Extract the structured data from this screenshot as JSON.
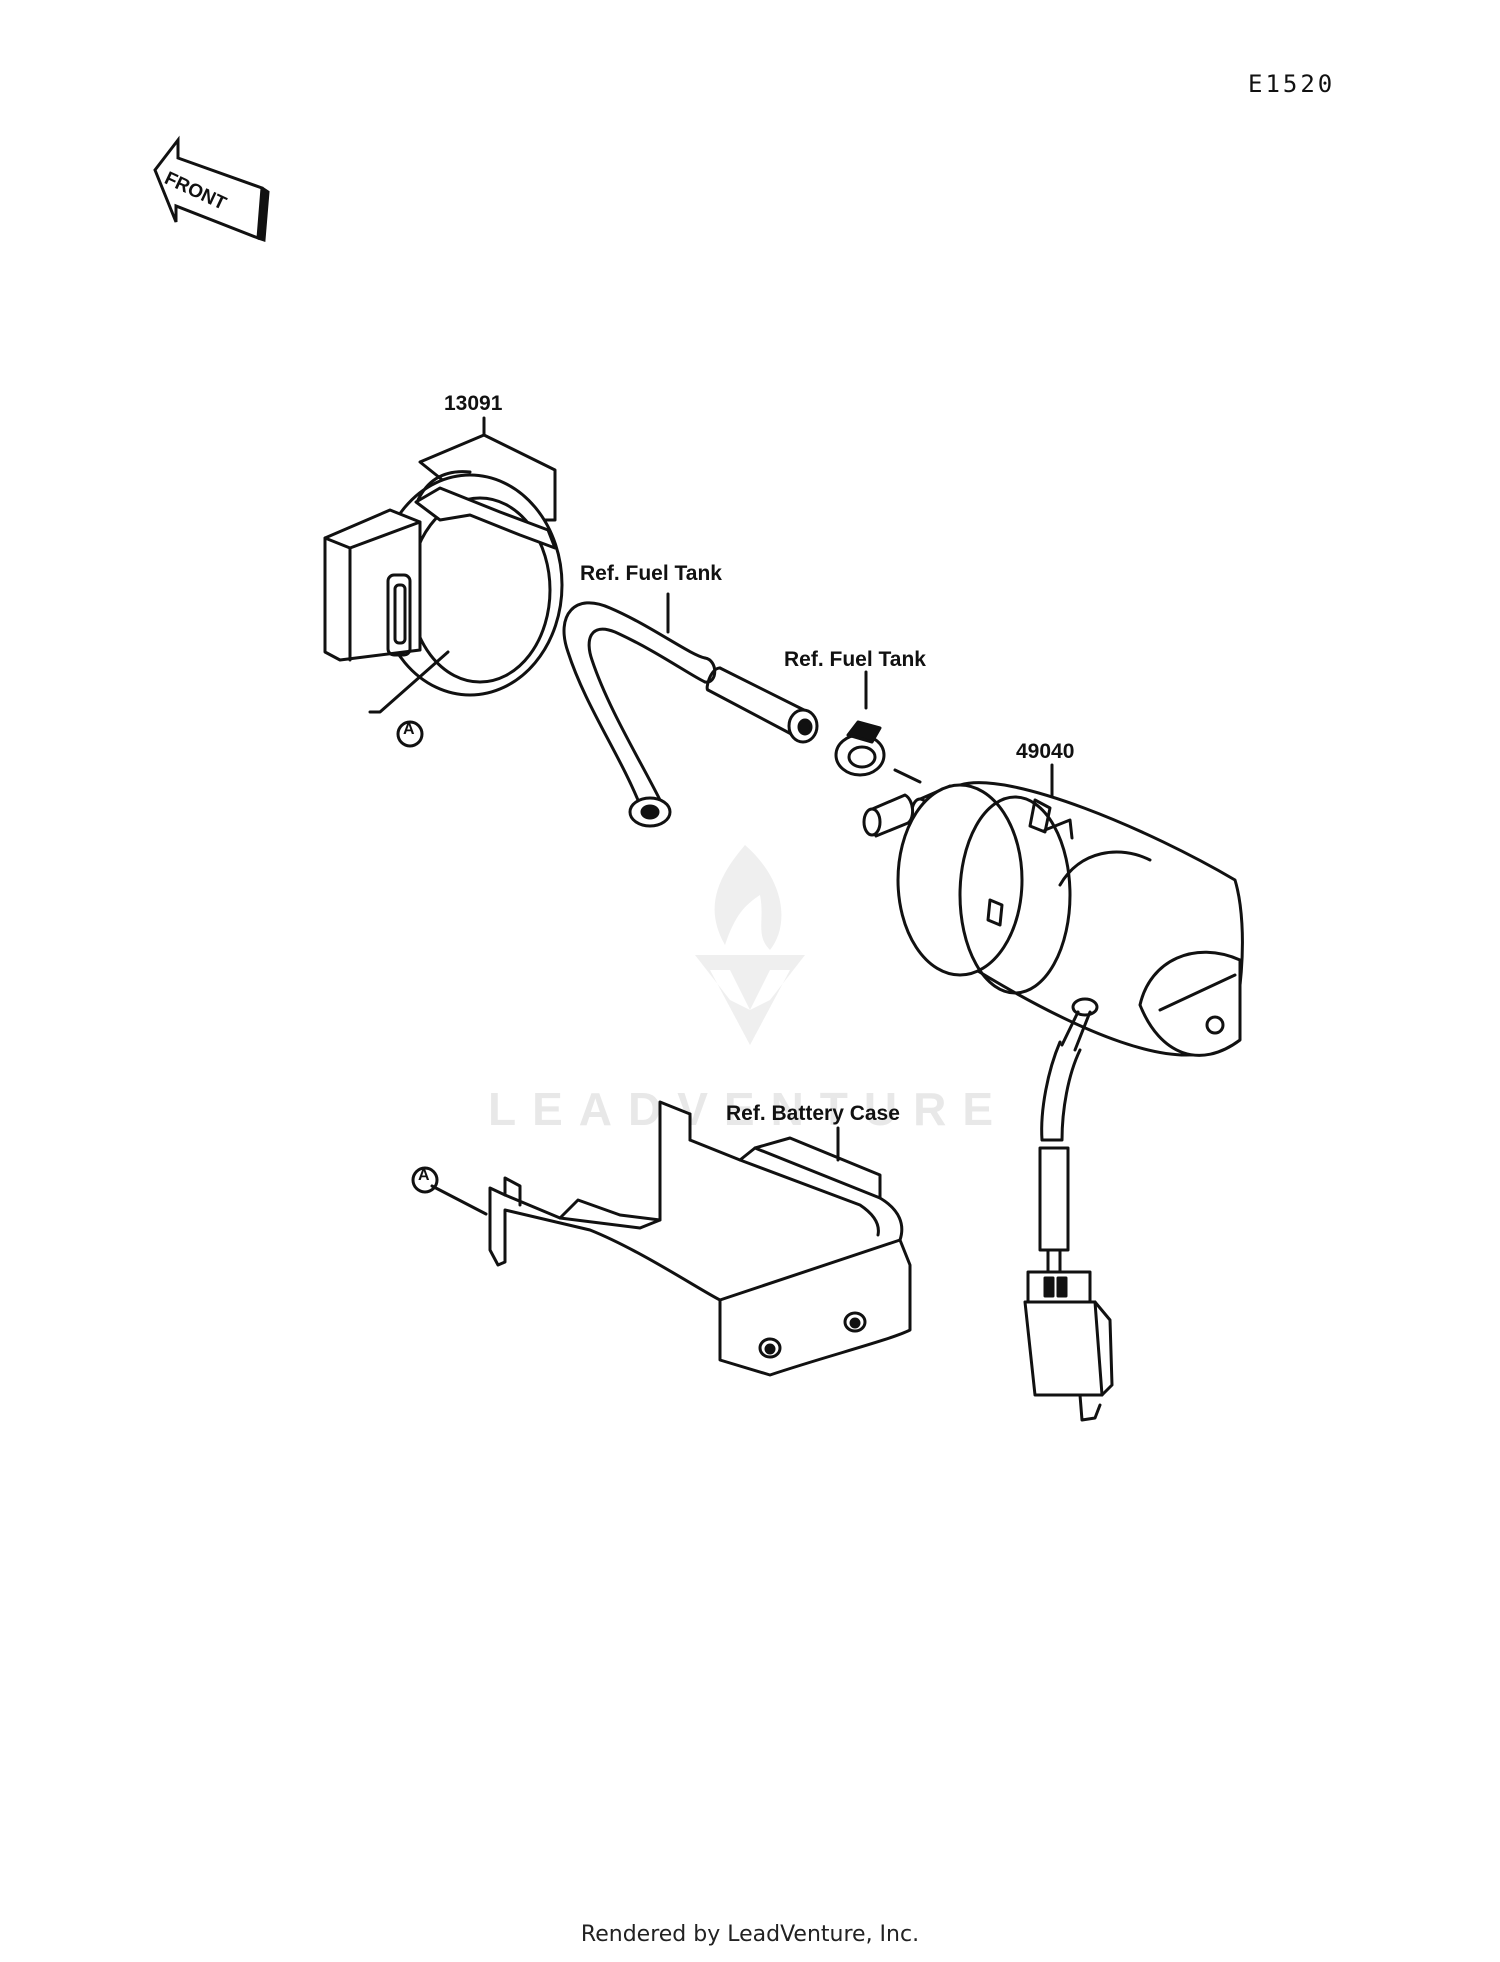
{
  "diagram": {
    "drawing_code": "E1520",
    "front_arrow_text": "FRONT",
    "part_13091": "13091",
    "part_49040": "49040",
    "ref_fuel_tank_hose": "Ref. Fuel Tank",
    "ref_fuel_tank_clamp": "Ref. Fuel Tank",
    "ref_battery_case": "Ref. Battery Case",
    "marker_a_top": "A",
    "marker_a_bottom": "A"
  },
  "watermark": {
    "brand": "LEADVENTURE"
  },
  "footer": {
    "rendered_by": "Rendered by LeadVenture, Inc."
  },
  "colors": {
    "line": "#111111",
    "background": "#ffffff",
    "watermark": "#e8e8e8"
  }
}
